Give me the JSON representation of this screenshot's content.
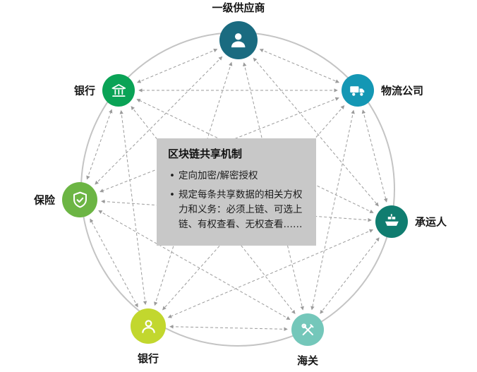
{
  "diagram": {
    "center_box": {
      "title": "区块链共享机制",
      "bullets": [
        "定向加密/解密授权",
        "规定每条共享数据的相关方权力和义务：必须上链、可选上链、有权查看、无权查看……"
      ]
    },
    "nodes": [
      {
        "id": "tier1-supplier",
        "label": "一级供应商",
        "icon": "person-icon",
        "color": "#1a6b80"
      },
      {
        "id": "logistics",
        "label": "物流公司",
        "icon": "truck-icon",
        "color": "#1497b4"
      },
      {
        "id": "carrier",
        "label": "承运人",
        "icon": "ship-icon",
        "color": "#107d70"
      },
      {
        "id": "customs",
        "label": "海关",
        "icon": "tools-icon",
        "color": "#74c7ba"
      },
      {
        "id": "bank-south",
        "label": "银行",
        "icon": "person-icon",
        "color": "#c2d72e"
      },
      {
        "id": "insurance",
        "label": "保险",
        "icon": "shield-icon",
        "color": "#6cb544"
      },
      {
        "id": "bank-west",
        "label": "银行",
        "icon": "bank-icon",
        "color": "#0aa356"
      }
    ],
    "connector_color": "#9b9b9b",
    "ring_color": "#c4c4c4"
  }
}
